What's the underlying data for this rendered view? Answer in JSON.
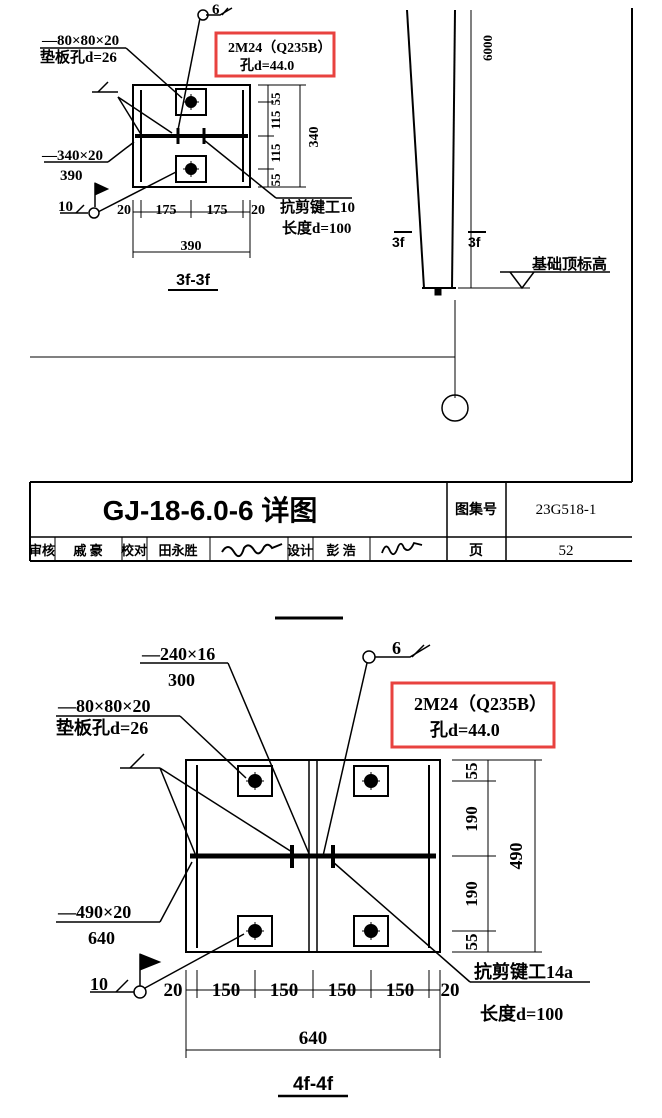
{
  "top_section": {
    "washer_spec": "—80×80×20",
    "washer_hole": "垫板孔d=26",
    "bolt_spec": "2M24（Q235B）",
    "bolt_hole": "孔d=44.0",
    "weld_size": "6",
    "base_plate_spec": "—340×20",
    "base_plate_width": "390",
    "base_weld": "10",
    "dims_vertical": [
      "55",
      "115",
      "115",
      "55"
    ],
    "dim_overall_vertical": "340",
    "dims_horizontal": [
      "20",
      "175",
      "175",
      "20"
    ],
    "dim_overall_horizontal": "390",
    "shear_key": "抗剪键工10",
    "shear_key_length": "长度d=100",
    "section_label": "3f-3f"
  },
  "elevation": {
    "height_dim": "6000",
    "section_mark_left": "3f",
    "section_mark_right": "3f",
    "foundation_label": "基础顶标高"
  },
  "title_block": {
    "title": "GJ-18-6.0-6 详图",
    "atlas_label": "图集号",
    "atlas_number": "23G518-1",
    "page_label": "页",
    "page_number": "52",
    "approval_role": "审核",
    "approval_name": "戚  豪",
    "checker_role": "校对",
    "checker_name": "田永胜",
    "designer_role": "设计",
    "designer_name": "彭  浩"
  },
  "bottom_section": {
    "stiffener_spec": "—240×16",
    "stiffener_width": "300",
    "weld_size": "6",
    "washer_spec": "—80×80×20",
    "washer_hole": "垫板孔d=26",
    "bolt_spec": "2M24（Q235B）",
    "bolt_hole": "孔d=44.0",
    "dims_vertical": [
      "55",
      "190",
      "190",
      "55"
    ],
    "dim_overall_vertical": "490",
    "base_plate_spec": "—490×20",
    "base_plate_width": "640",
    "base_weld": "10",
    "dims_horizontal": [
      "20",
      "150",
      "150",
      "150",
      "150",
      "20"
    ],
    "dim_overall_horizontal": "640",
    "shear_key": "抗剪键工14a",
    "shear_key_length": "长度d=100",
    "section_label": "4f-4f"
  },
  "highlight_color": "#e8423f"
}
